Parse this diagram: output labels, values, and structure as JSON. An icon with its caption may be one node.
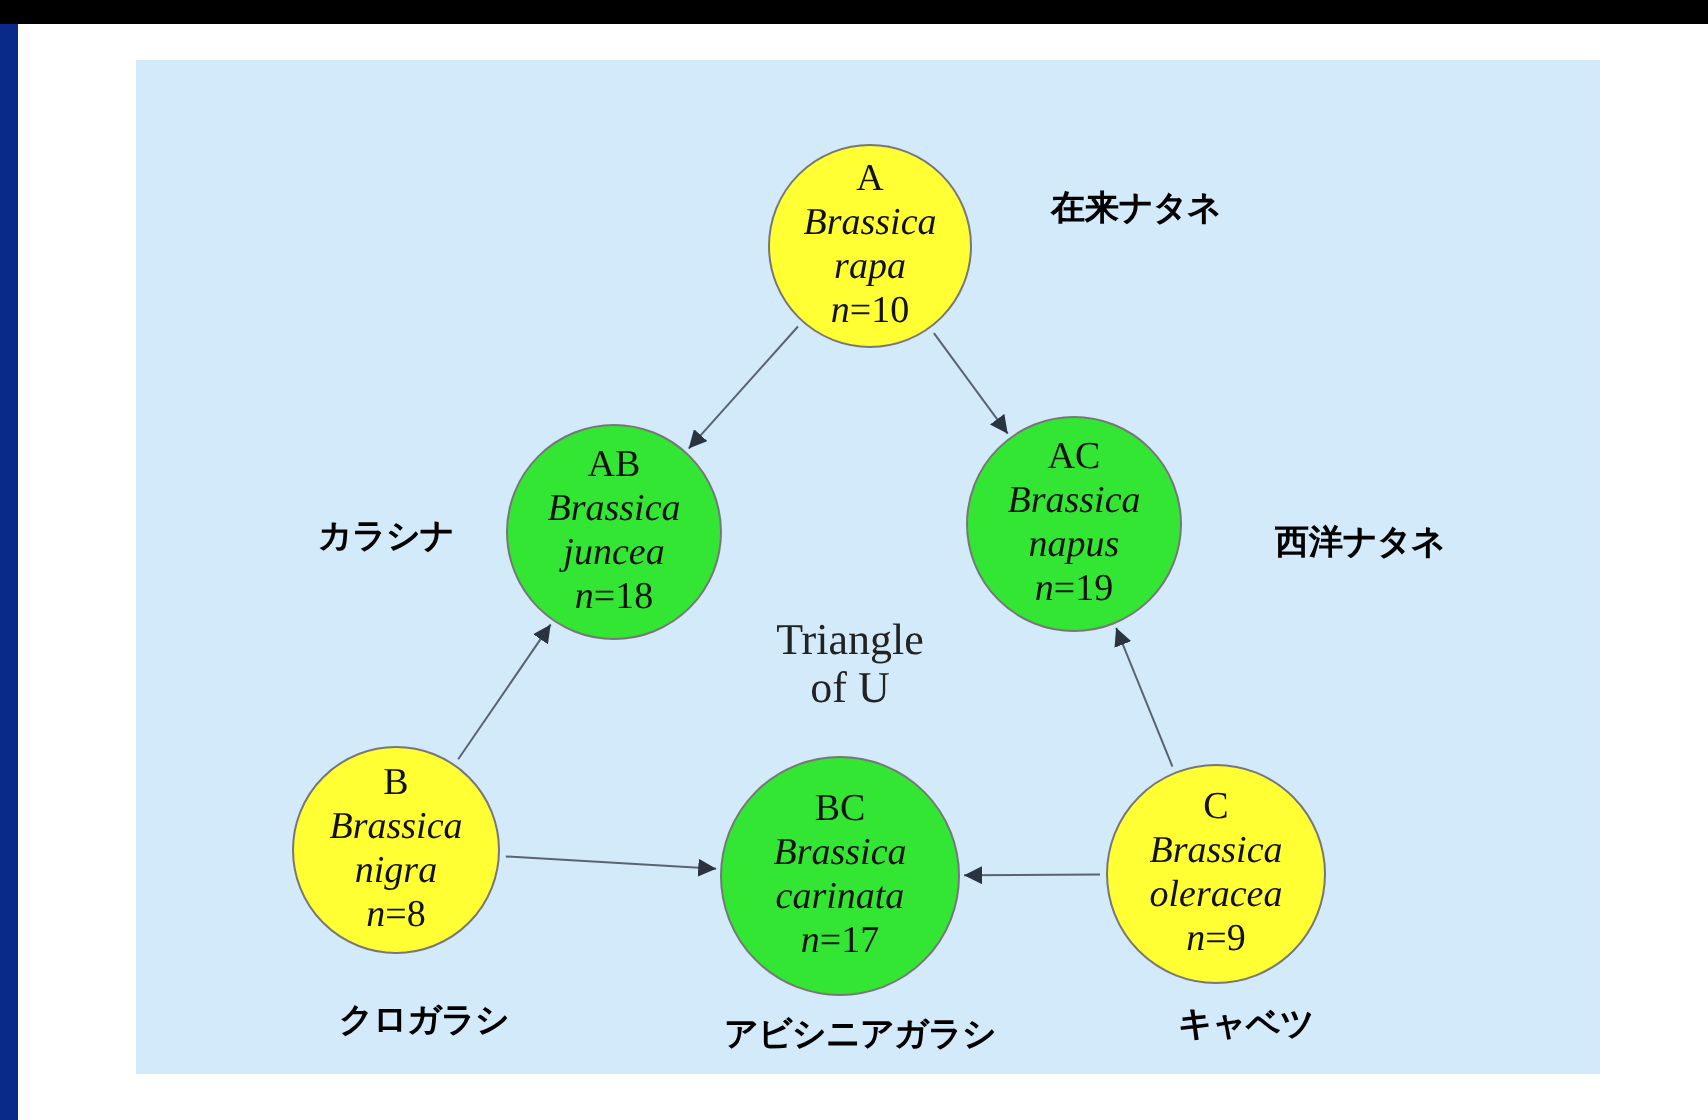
{
  "diagram": {
    "nodes": [
      {
        "text": [
          "A",
          "Brassica rapa",
          "*n*=10"
        ],
        "beside": [
          "在来ナタネ"
        ]
      },
      {
        "text": [
          "AB",
          "Brassica juncea",
          "*n*=18"
        ],
        "beside": [
          "カラシナ"
        ]
      },
      {
        "text": [
          "AC",
          "Brassica napus",
          "*n*=19"
        ],
        "beside": [
          "西洋ナタネ"
        ]
      },
      {
        "text": [
          "B",
          "Brassica nigra",
          "*n*=8"
        ],
        "beside": [
          "クロガラシ"
        ]
      },
      {
        "text": [
          "BC",
          "Brassica carinata",
          "*n*=17"
        ],
        "beside": [
          "アビシニアガラシ"
        ]
      },
      {
        "text": [
          "C",
          "Brassica oleracea",
          "*n*=9"
        ],
        "beside": [
          "キャベツ"
        ]
      }
    ],
    "edges": [
      {
        "from": 0,
        "to": 1,
        "arrow": "to"
      },
      {
        "from": 0,
        "to": 2,
        "arrow": "to"
      },
      {
        "from": 3,
        "to": 1,
        "arrow": "to"
      },
      {
        "from": 5,
        "to": 2,
        "arrow": "to"
      },
      {
        "from": 3,
        "to": 4,
        "arrow": "to"
      },
      {
        "from": 5,
        "to": 4,
        "arrow": "to"
      }
    ],
    "labels": [
      "Triangle of U"
    ]
  }
}
